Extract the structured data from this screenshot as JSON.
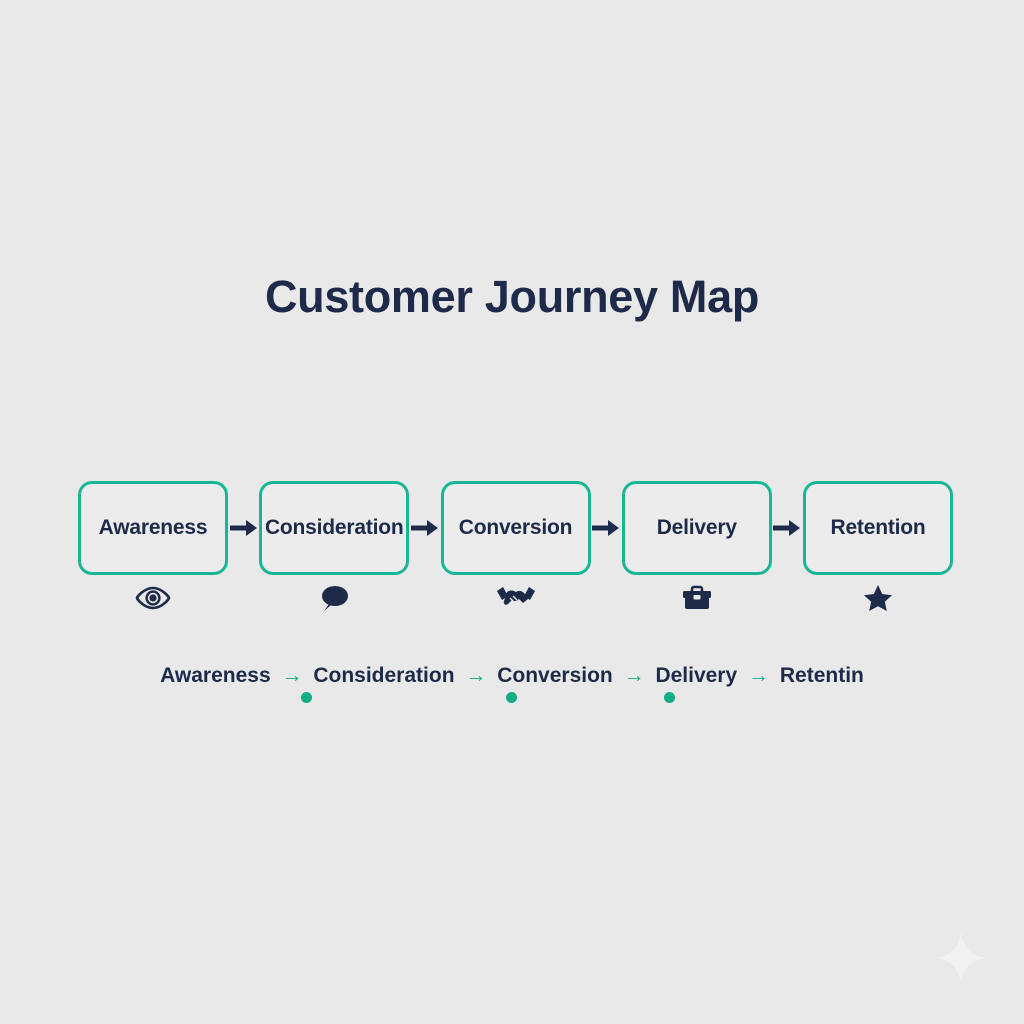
{
  "page": {
    "title": "Customer Journey Map",
    "background_color": "#e9e9e9",
    "accent_color": "#16b894",
    "text_color": "#1e2a4a"
  },
  "stages": [
    {
      "label": "Awareness",
      "icon": "eye-icon"
    },
    {
      "label": "Consideration",
      "icon": "speech-bubble-icon"
    },
    {
      "label": "Conversion",
      "icon": "handshake-icon"
    },
    {
      "label": "Delivery",
      "icon": "briefcase-icon"
    },
    {
      "label": "Retention",
      "icon": "star-icon"
    }
  ],
  "flow_arrows": [
    "→",
    "→",
    "→",
    "→"
  ],
  "caption": {
    "steps": [
      "Awareness",
      "Consideration",
      "Conversion",
      "Delivery",
      "Retentin"
    ],
    "arrow": "→",
    "arrow_color": "#0fae86"
  },
  "dots": {
    "count": 3,
    "color": "#0fae86"
  },
  "watermark": {
    "icon": "sparkle-icon",
    "color": "#f4f4f4"
  }
}
